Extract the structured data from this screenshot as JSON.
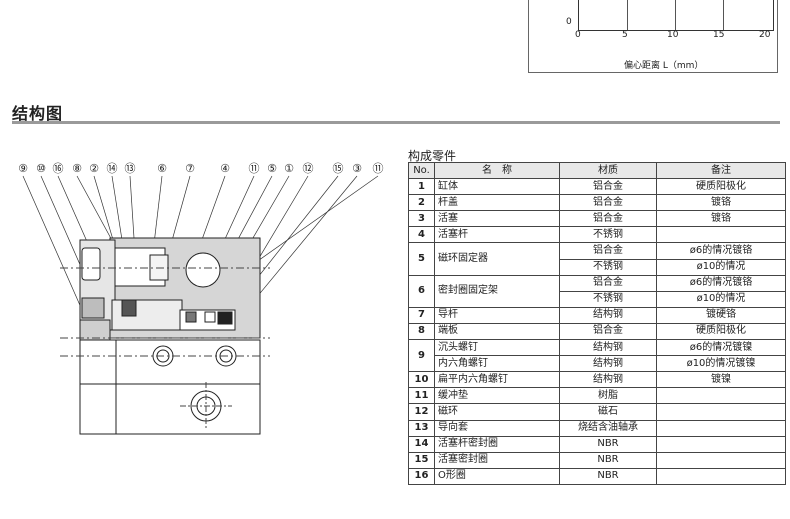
{
  "chart": {
    "y_tick": "0",
    "x_ticks": [
      "0",
      "5",
      "10",
      "15",
      "20"
    ],
    "x_label": "偏心距离 L（mm）"
  },
  "section": {
    "title": "结构图"
  },
  "diagram": {
    "callouts": [
      "⑨",
      "⑩",
      "⑯",
      "⑧",
      "②",
      "⑭",
      "⑬",
      "⑥",
      "⑦",
      "④",
      "⑪",
      "⑤",
      "①",
      "⑫",
      "⑮",
      "③",
      "⑪"
    ]
  },
  "parts": {
    "title": "构成零件",
    "headers": [
      "No.",
      "名　称",
      "材质",
      "备注"
    ],
    "rows": [
      {
        "no": "1",
        "name": "缸体",
        "materials": [
          "铝合金"
        ],
        "notes": [
          "硬质阳极化"
        ]
      },
      {
        "no": "2",
        "name": "杆盖",
        "materials": [
          "铝合金"
        ],
        "notes": [
          "镀铬"
        ]
      },
      {
        "no": "3",
        "name": "活塞",
        "materials": [
          "铝合金"
        ],
        "notes": [
          "镀铬"
        ]
      },
      {
        "no": "4",
        "name": "活塞杆",
        "materials": [
          "不锈钢"
        ],
        "notes": [
          ""
        ]
      },
      {
        "no": "5",
        "name": "磁环固定器",
        "materials": [
          "铝合金",
          "不锈钢"
        ],
        "notes": [
          "ø6的情况镀铬",
          "ø10的情况"
        ]
      },
      {
        "no": "6",
        "name": "密封圈固定架",
        "materials": [
          "铝合金",
          "不锈钢"
        ],
        "notes": [
          "ø6的情况镀铬",
          "ø10的情况"
        ]
      },
      {
        "no": "7",
        "name": "导杆",
        "materials": [
          "结构钢"
        ],
        "notes": [
          "镀硬铬"
        ]
      },
      {
        "no": "8",
        "name": "端板",
        "materials": [
          "铝合金"
        ],
        "notes": [
          "硬质阳极化"
        ]
      },
      {
        "no": "9",
        "name": "沉头螺钉",
        "name2": "内六角螺钉",
        "materials": [
          "结构钢",
          "结构钢"
        ],
        "notes": [
          "ø6的情况镀镍",
          "ø10的情况镀镍"
        ]
      },
      {
        "no": "10",
        "name": "扁平内六角螺钉",
        "materials": [
          "结构钢"
        ],
        "notes": [
          "镀镍"
        ]
      },
      {
        "no": "11",
        "name": "缓冲垫",
        "materials": [
          "树脂"
        ],
        "notes": [
          ""
        ]
      },
      {
        "no": "12",
        "name": "磁环",
        "materials": [
          "磁石"
        ],
        "notes": [
          ""
        ]
      },
      {
        "no": "13",
        "name": "导向套",
        "materials": [
          "烧结含油轴承"
        ],
        "notes": [
          ""
        ]
      },
      {
        "no": "14",
        "name": "活塞杆密封圈",
        "materials": [
          "NBR"
        ],
        "notes": [
          ""
        ]
      },
      {
        "no": "15",
        "name": "活塞密封圈",
        "materials": [
          "NBR"
        ],
        "notes": [
          ""
        ]
      },
      {
        "no": "16",
        "name": "O形圈",
        "materials": [
          "NBR"
        ],
        "notes": [
          ""
        ]
      }
    ]
  }
}
